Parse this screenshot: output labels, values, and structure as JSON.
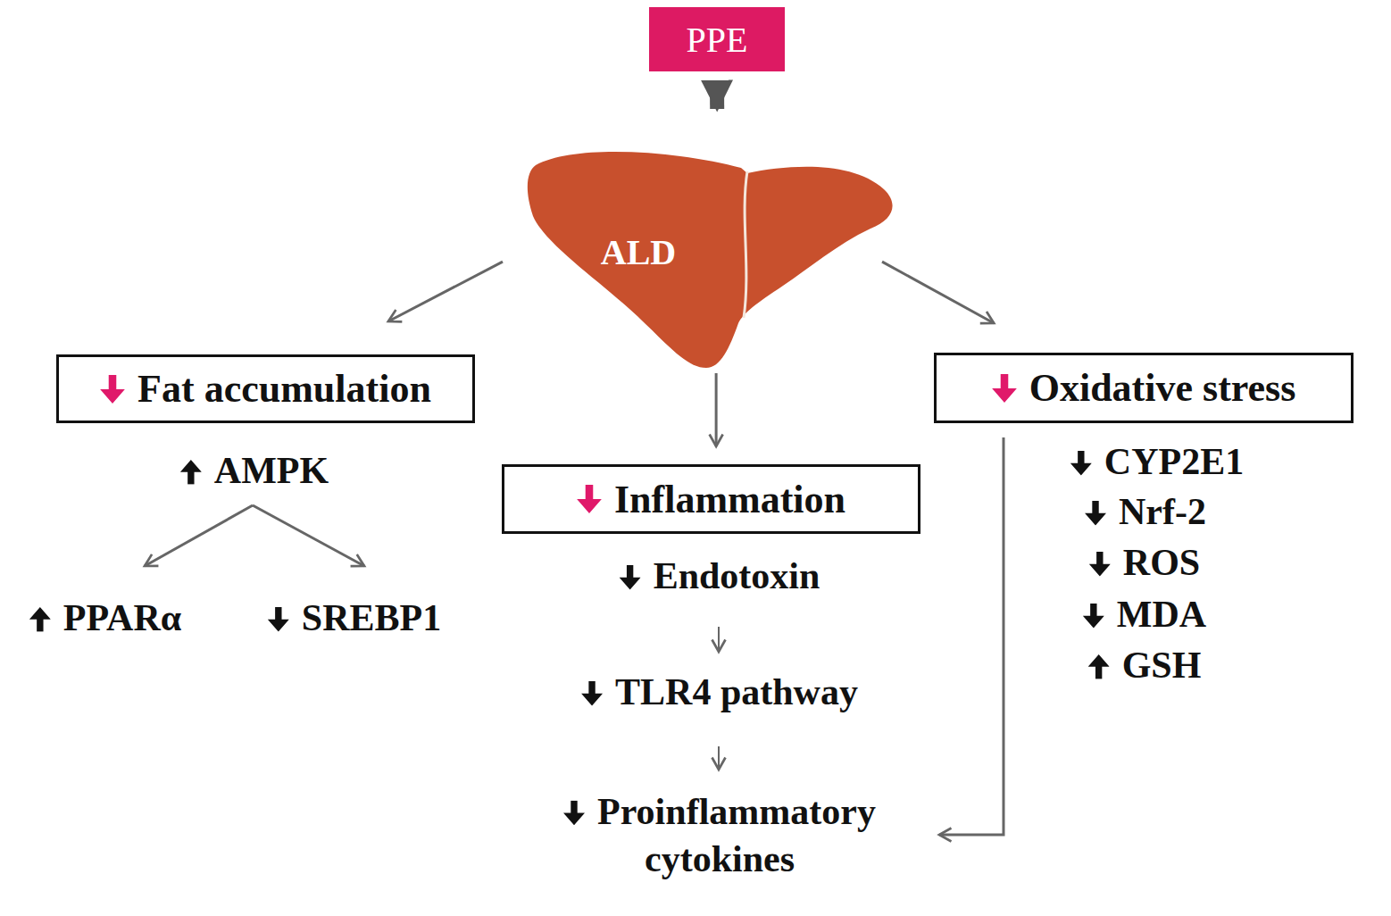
{
  "diagram": {
    "nodes": [
      {
        "text": [
          "PPE"
        ]
      },
      {
        "text": [
          "ALD"
        ]
      },
      {
        "text": [
          "Fat accumulation"
        ]
      },
      {
        "text": [
          "Inflammation"
        ]
      },
      {
        "text": [
          "Oxidative stress"
        ]
      }
    ],
    "edges": [
      {
        "from": 0,
        "to": 1,
        "arrow": "to"
      },
      {
        "from": 1,
        "to": 2,
        "arrow": "to"
      },
      {
        "from": 1,
        "to": 3,
        "arrow": "to"
      },
      {
        "from": 1,
        "to": 4,
        "arrow": "to"
      }
    ],
    "labels": [
      "AMPK",
      "PPARα",
      "SREBP1",
      "Endotoxin",
      "TLR4 pathway",
      "Proinflammatory cytokines",
      "CYP2E1",
      "Nrf-2",
      "ROS",
      "MDA",
      "GSH"
    ]
  }
}
